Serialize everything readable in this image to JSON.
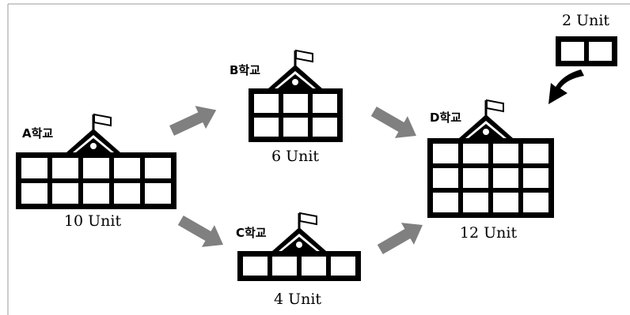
{
  "colors": {
    "ink": "#000000",
    "arrow": "#808080",
    "background": "#ffffff",
    "frame": "#999999"
  },
  "schools": [
    {
      "id": "a",
      "name": "A학교",
      "units_label": "10 Unit",
      "units": 10,
      "rows": 2,
      "cols": 5
    },
    {
      "id": "b",
      "name": "B학교",
      "units_label": "6 Unit",
      "units": 6,
      "rows": 2,
      "cols": 3
    },
    {
      "id": "c",
      "name": "C학교",
      "units_label": "4 Unit",
      "units": 4,
      "rows": 1,
      "cols": 4
    },
    {
      "id": "d",
      "name": "D학교",
      "units_label": "12 Unit",
      "units": 12,
      "rows": 3,
      "cols": 4
    }
  ],
  "extra_block": {
    "units_label": "2 Unit",
    "units": 2,
    "rows": 1,
    "cols": 2
  },
  "flows": [
    {
      "from": "a",
      "to": "b",
      "icon": "arrow-right-up-icon"
    },
    {
      "from": "a",
      "to": "c",
      "icon": "arrow-right-down-icon"
    },
    {
      "from": "b",
      "to": "d",
      "icon": "arrow-right-down-icon"
    },
    {
      "from": "c",
      "to": "d",
      "icon": "arrow-right-up-icon"
    },
    {
      "from": "extra",
      "to": "d",
      "icon": "curved-arrow-icon"
    }
  ]
}
